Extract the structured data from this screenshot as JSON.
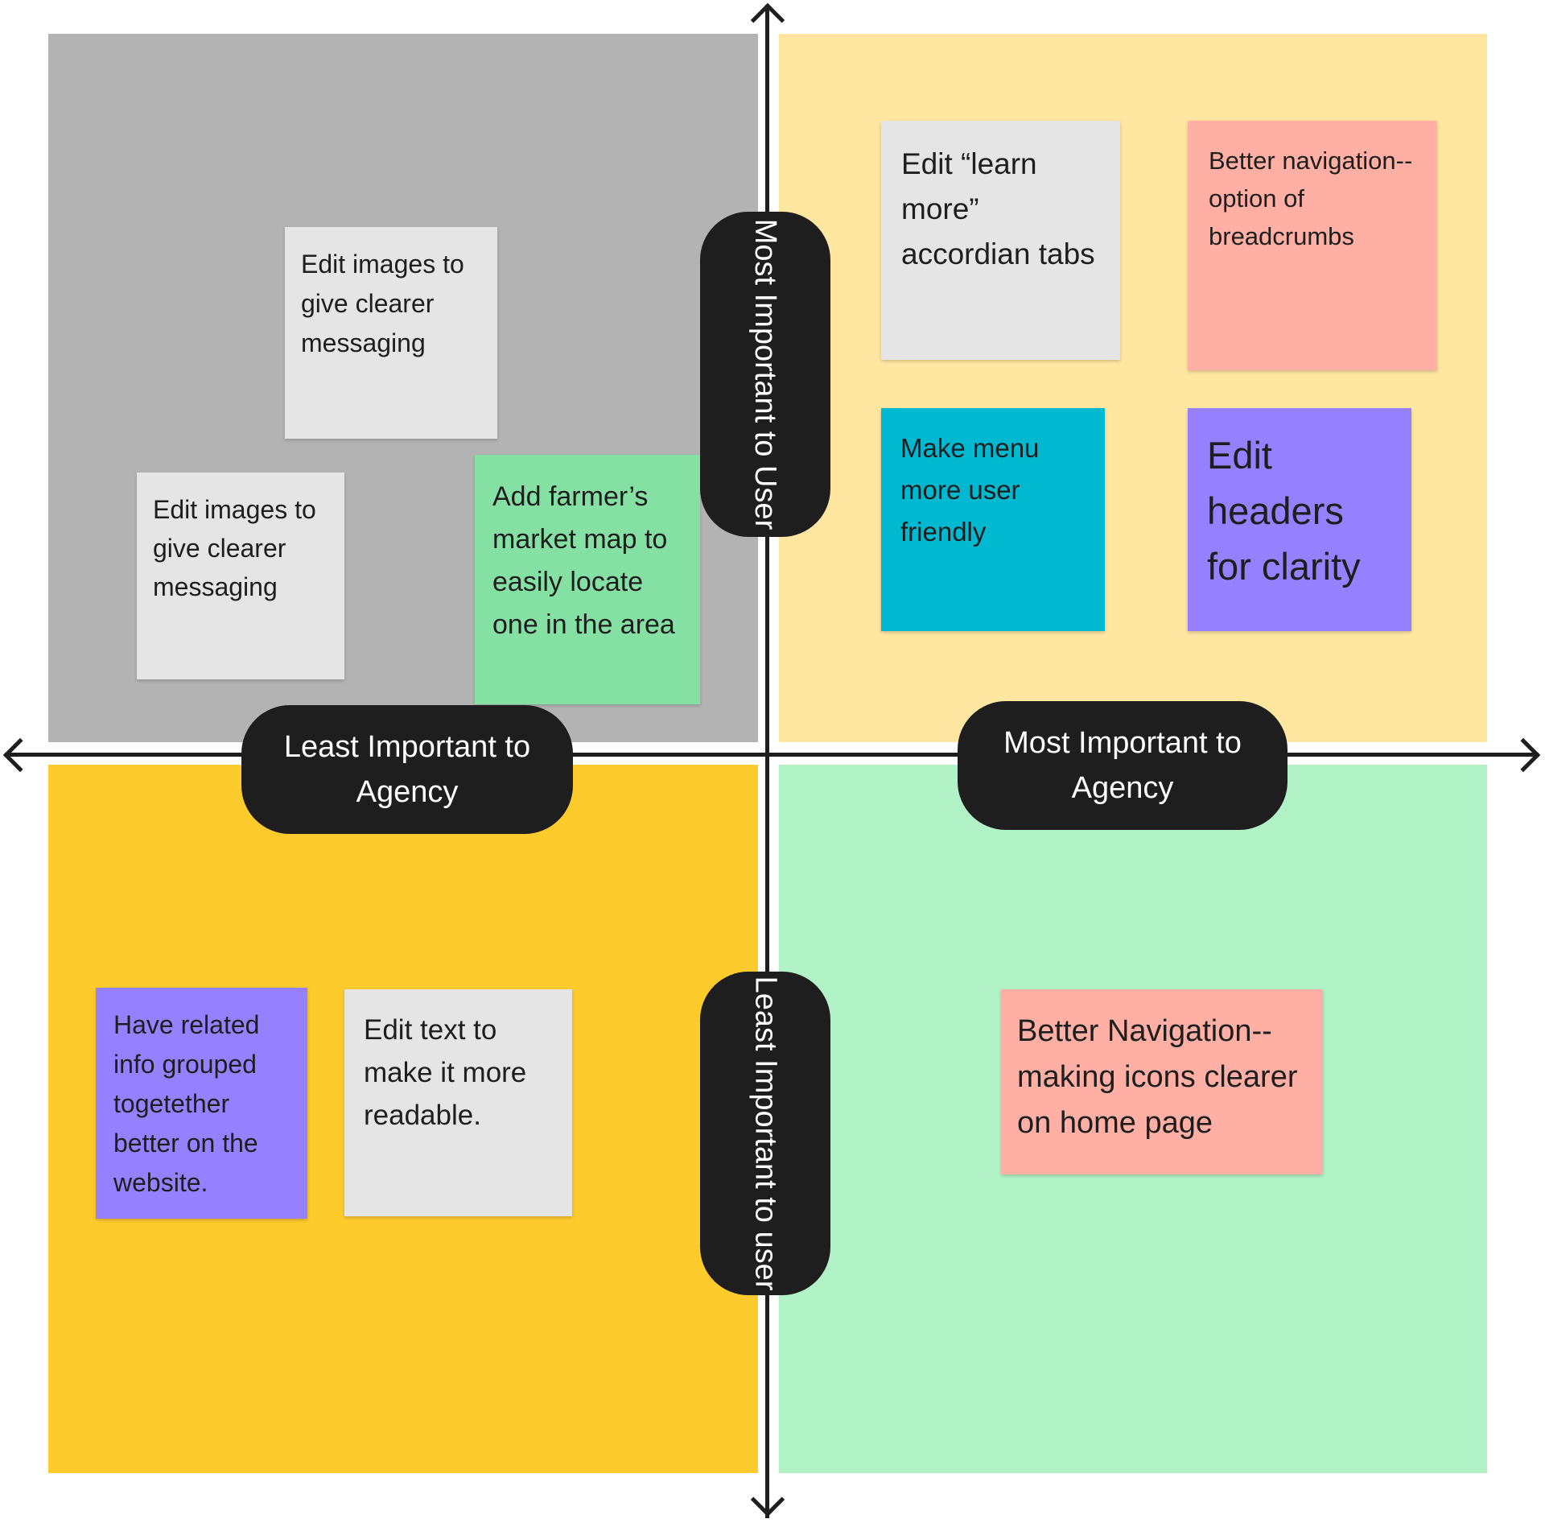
{
  "axes": {
    "top_label": "Most Important to User",
    "bottom_label": "Least Important to user",
    "left_label": "Least Important to Agency",
    "right_label": "Most Important to Agency"
  },
  "colors": {
    "top_left_quadrant": "#b3b3b3",
    "top_right_quadrant": "#ffe6a1",
    "bottom_left_quadrant": "#fdcb2c",
    "bottom_right_quadrant": "#b1f3c7",
    "axis": "#1e1e1e"
  },
  "notes": [
    {
      "text": "Edit images to give clearer messaging",
      "color": "#e5e5e5"
    },
    {
      "text": "Edit images to give clearer messaging",
      "color": "#e5e5e5"
    },
    {
      "text": "Add farmer’s market map to easily locate one in the area",
      "color": "#85e0a3"
    },
    {
      "text": "Edit “learn more” accordian tabs",
      "color": "#e5e5e5"
    },
    {
      "text": "Better navigation--option of breadcrumbs",
      "color": "#ffafa3"
    },
    {
      "text": "Make menu more user friendly",
      "color": "#00b8d0"
    },
    {
      "text": "Edit headers for clarity",
      "color": "#9580ff"
    },
    {
      "text": "Have related info grouped togetether better on the website.",
      "color": "#9580ff"
    },
    {
      "text": "Edit text to make it more readable.",
      "color": "#e5e5e5"
    },
    {
      "text": "Better Navigation--making icons clearer on home page",
      "color": "#ffafa3"
    }
  ]
}
